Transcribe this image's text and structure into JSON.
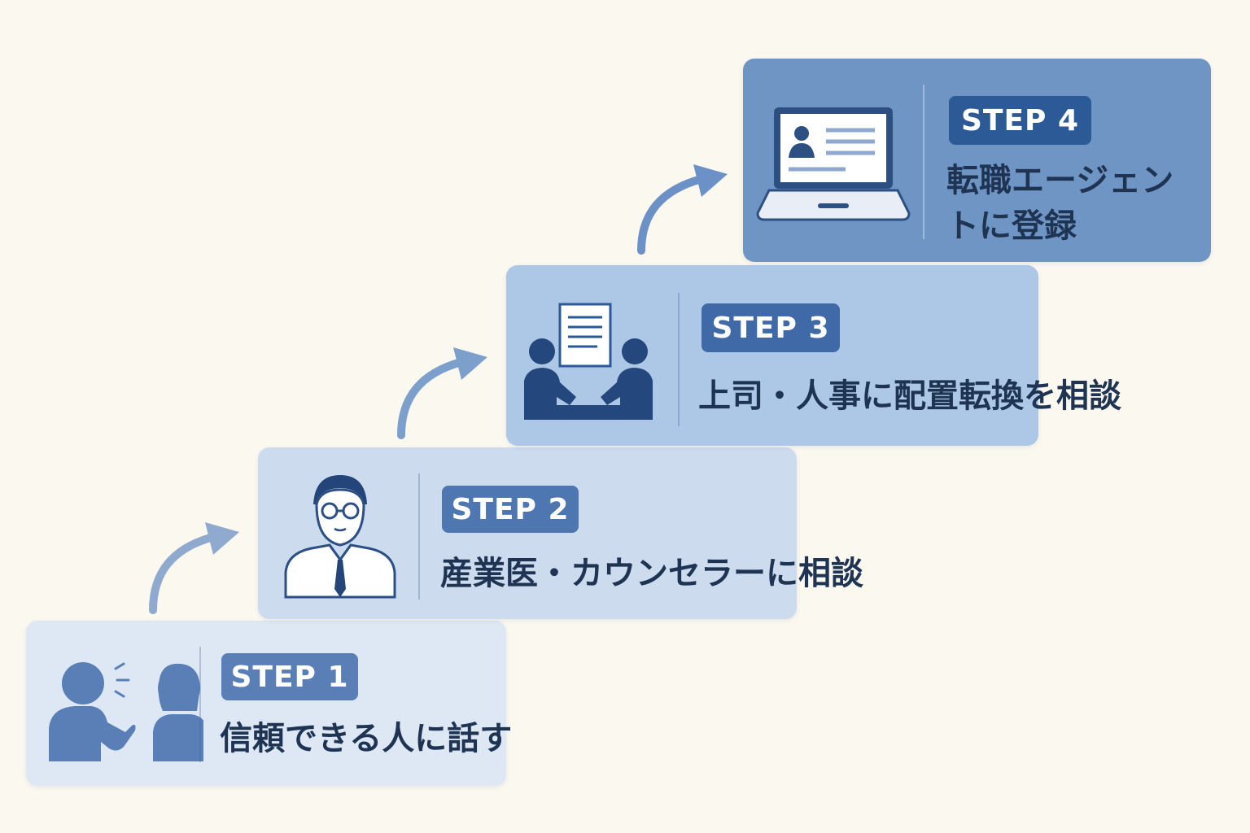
{
  "steps": [
    {
      "badge": "STEP 1",
      "label": "信頼できる人に話す",
      "icon": "two-people-talking-icon"
    },
    {
      "badge": "STEP 2",
      "label": "産業医・カウンセラーに相談",
      "icon": "doctor-icon"
    },
    {
      "badge": "STEP 3",
      "label": "上司・人事に配置転換を相談",
      "icon": "meeting-with-document-icon"
    },
    {
      "badge": "STEP 4",
      "label": "転職エージェントに登録",
      "icon": "laptop-profile-icon"
    }
  ],
  "colors": {
    "background": "#fbf8f0",
    "step1": "#dde8f4",
    "step2": "#ccdcee",
    "step3": "#adc8e6",
    "step4": "#6f95c5",
    "badge1": "#5a7fb6",
    "badge2": "#4e76b0",
    "badge3": "#3f6aa7",
    "badge4": "#2c5a97",
    "text": "#1f3453",
    "arrow": "#7d9fcc"
  }
}
